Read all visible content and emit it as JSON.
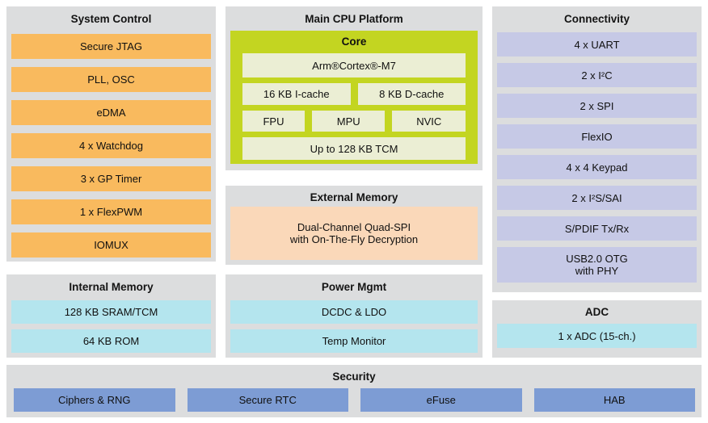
{
  "system_control": {
    "title": "System Control",
    "blocks": [
      "Secure JTAG",
      "PLL, OSC",
      "eDMA",
      "4 x Watchdog",
      "3 x GP Timer",
      "1 x FlexPWM",
      "IOMUX"
    ]
  },
  "main_cpu": {
    "title": "Main CPU Platform",
    "core": {
      "title": "Core",
      "cpu": "Arm®Cortex®-M7",
      "icache": "16 KB I-cache",
      "dcache": "8 KB D-cache",
      "fpu": "FPU",
      "mpu": "MPU",
      "nvic": "NVIC",
      "tcm": "Up to 128 KB TCM"
    }
  },
  "external_memory": {
    "title": "External Memory",
    "block_line1": "Dual-Channel Quad-SPI",
    "block_line2": "with On-The-Fly Decryption"
  },
  "connectivity": {
    "title": "Connectivity",
    "blocks": [
      "4 x UART",
      "2 x I²C",
      "2 x SPI",
      "FlexIO",
      "4 x 4 Keypad",
      "2 x I²S/SAI",
      "S/PDIF Tx/Rx"
    ],
    "usb_line1": "USB2.0 OTG",
    "usb_line2": "with PHY"
  },
  "internal_memory": {
    "title": "Internal Memory",
    "blocks": [
      "128 KB SRAM/TCM",
      "64 KB ROM"
    ]
  },
  "power_mgmt": {
    "title": "Power Mgmt",
    "blocks": [
      "DCDC & LDO",
      "Temp Monitor"
    ]
  },
  "adc": {
    "title": "ADC",
    "blocks": [
      "1 x ADC (15-ch.)"
    ]
  },
  "security": {
    "title": "Security",
    "blocks": [
      "Ciphers & RNG",
      "Secure RTC",
      "eFuse",
      "HAB"
    ]
  },
  "colors": {
    "panel_bg": "#dcddde",
    "orange": "#f9ba5e",
    "core_green": "#c3d521",
    "core_inner": "#ebeed4",
    "peach": "#fad8b9",
    "lavender": "#c6c9e6",
    "cyan": "#b4e5ee",
    "blue": "#7d9cd4"
  }
}
